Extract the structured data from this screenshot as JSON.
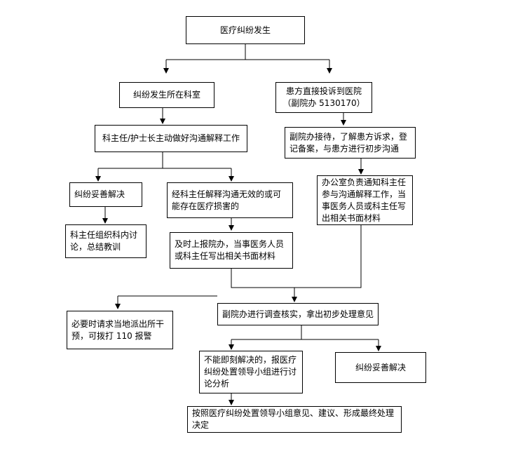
{
  "flowchart": {
    "start": "医疗纠纷发生",
    "dept_branch": {
      "origin": "纠纷发生所在科室",
      "director_action": "科主任/护士长主动做好沟通解释工作",
      "resolved": "纠纷妥善解决",
      "dept_discussion": "科主任组织科内讨论，总结教训",
      "unresolved": "经科主任解释沟通无效的或可能存在医疗损害的",
      "report": "及时上报院办，当事医务人员或科主任写出相关书面材料"
    },
    "complaint_branch": {
      "origin": "患方直接投诉到医院",
      "phone": "（副院办 5130170）",
      "reception": "副院办接待，了解患方诉求，登记备案，与患方进行初步沟通",
      "notify": "办公室负责通知科主任参与沟通解释工作，当事医务人员或科主任写出相关书面材料"
    },
    "investigation": "副院办进行调查核实，拿出初步处理意见",
    "police": "必要时请求当地派出所干预，可拨打 110 报警",
    "escalate": "不能即刻解决的，报医疗纠纷处置领导小组进行讨论分析",
    "final_resolved": "纠纷妥善解决",
    "final_decision": "按照医疗纠纷处置领导小组意见、建议、形成最终处理决定"
  }
}
